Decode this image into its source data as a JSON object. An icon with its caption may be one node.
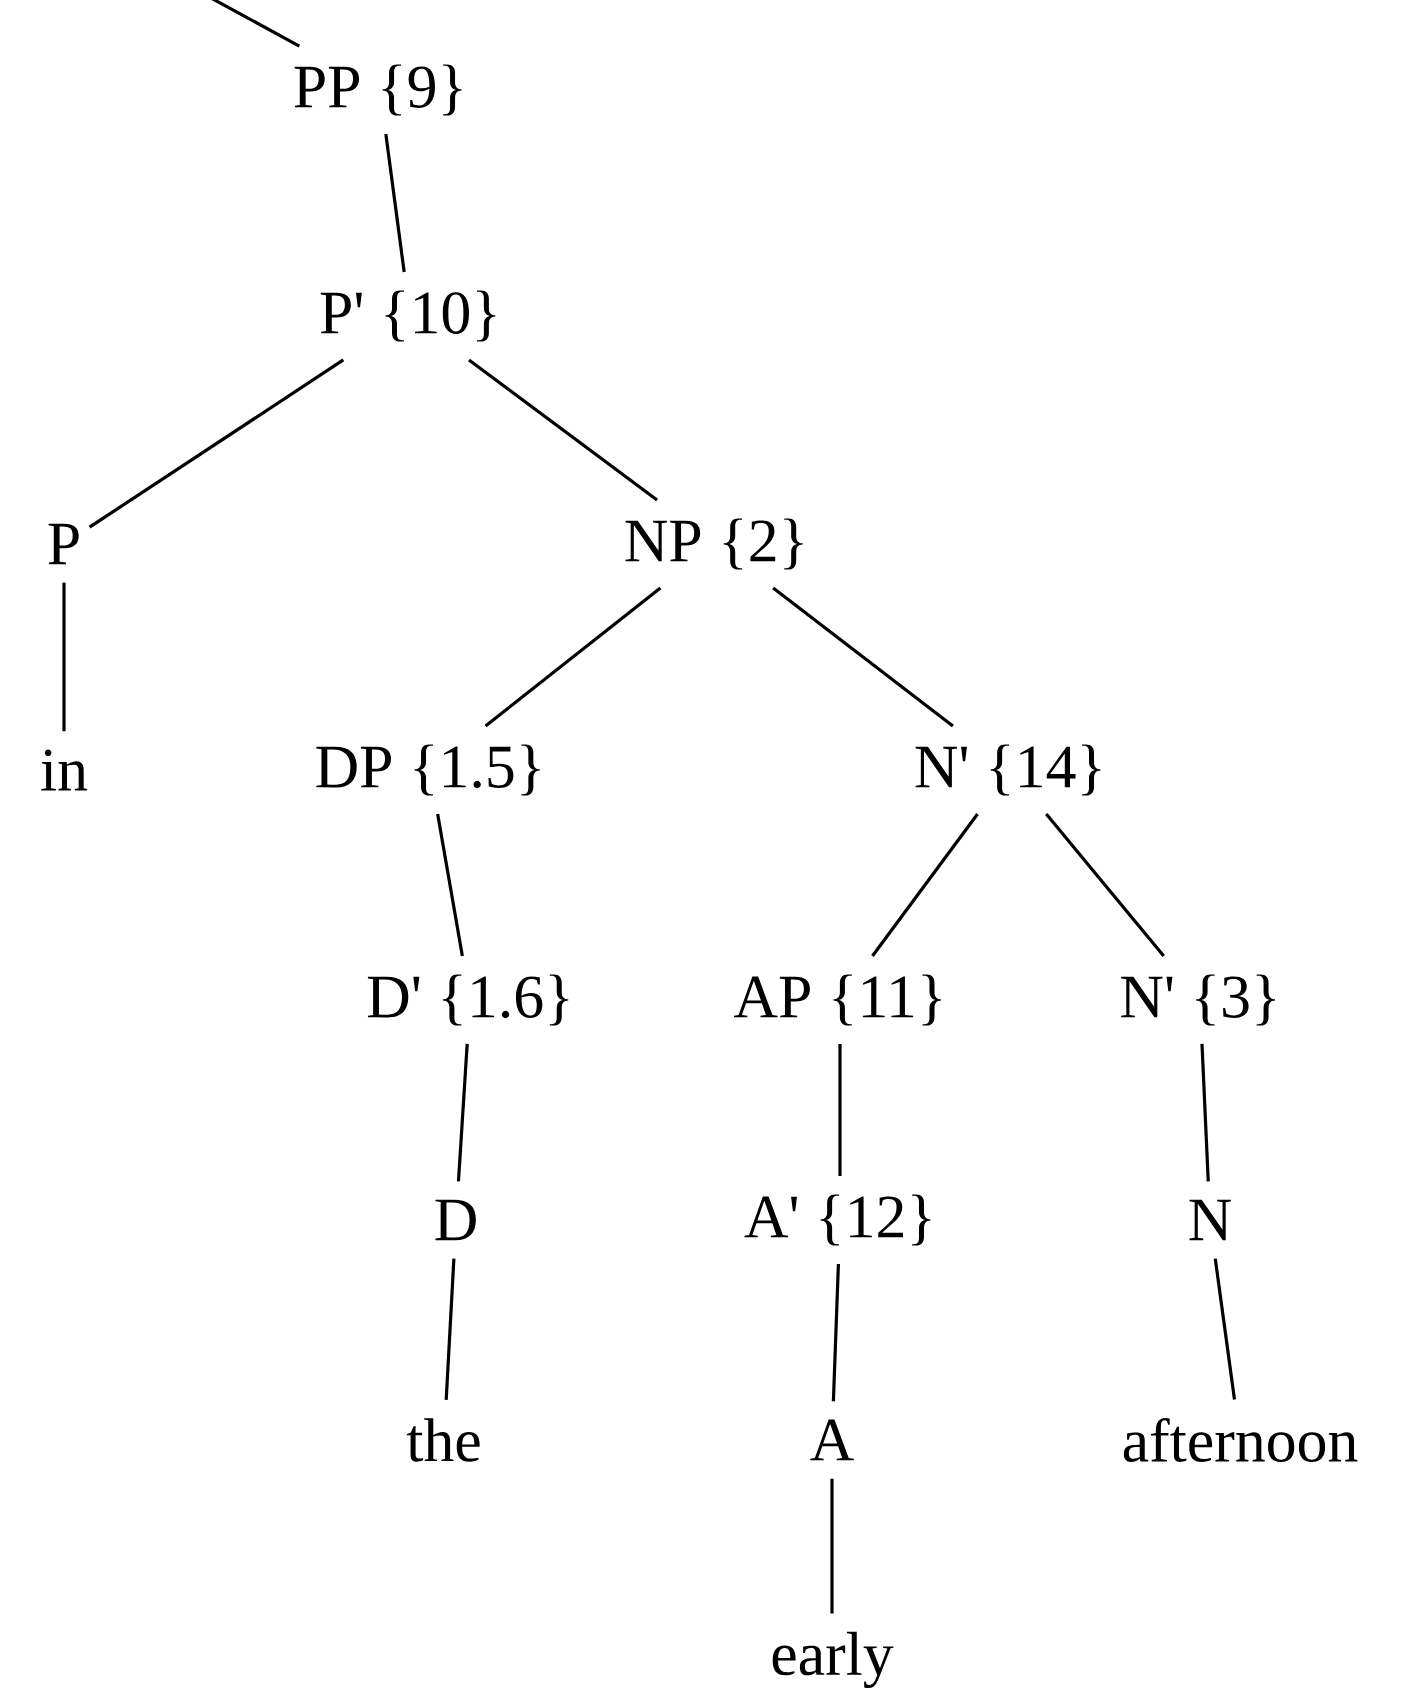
{
  "diagram": {
    "nodes": [
      {
        "text": [
          "PP {9}"
        ]
      },
      {
        "text": [
          "P' {10}"
        ]
      },
      {
        "text": [
          "P"
        ]
      },
      {
        "text": [
          "NP {2}"
        ]
      },
      {
        "text": [
          "in"
        ]
      },
      {
        "text": [
          "DP {1.5}"
        ]
      },
      {
        "text": [
          "N' {14}"
        ]
      },
      {
        "text": [
          "D' {1.6}"
        ]
      },
      {
        "text": [
          "AP {11}"
        ]
      },
      {
        "text": [
          "N' {3}"
        ]
      },
      {
        "text": [
          "D"
        ]
      },
      {
        "text": [
          "A' {12}"
        ]
      },
      {
        "text": [
          "N"
        ]
      },
      {
        "text": [
          "the"
        ]
      },
      {
        "text": [
          "A"
        ]
      },
      {
        "text": [
          "afternoon"
        ]
      },
      {
        "text": [
          "early"
        ]
      }
    ],
    "edges": [
      {
        "from": null,
        "to": 0,
        "arrow": "none"
      },
      {
        "from": 0,
        "to": 1,
        "arrow": "none"
      },
      {
        "from": 1,
        "to": 2,
        "arrow": "none"
      },
      {
        "from": 1,
        "to": 3,
        "arrow": "none"
      },
      {
        "from": 2,
        "to": 4,
        "arrow": "none"
      },
      {
        "from": 3,
        "to": 5,
        "arrow": "none"
      },
      {
        "from": 3,
        "to": 6,
        "arrow": "none"
      },
      {
        "from": 5,
        "to": 7,
        "arrow": "none"
      },
      {
        "from": 7,
        "to": 10,
        "arrow": "none"
      },
      {
        "from": 10,
        "to": 13,
        "arrow": "none"
      },
      {
        "from": 6,
        "to": 8,
        "arrow": "none"
      },
      {
        "from": 6,
        "to": 9,
        "arrow": "none"
      },
      {
        "from": 8,
        "to": 11,
        "arrow": "none"
      },
      {
        "from": 11,
        "to": 14,
        "arrow": "none"
      },
      {
        "from": 14,
        "to": 16,
        "arrow": "none"
      },
      {
        "from": 9,
        "to": 12,
        "arrow": "none"
      },
      {
        "from": 12,
        "to": 15,
        "arrow": "none"
      }
    ]
  }
}
